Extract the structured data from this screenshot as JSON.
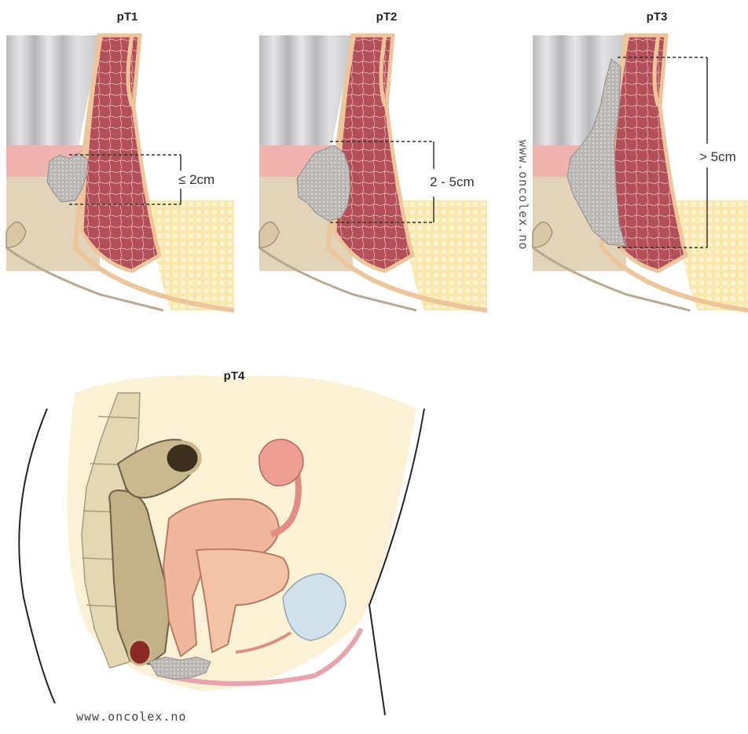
{
  "panels": {
    "pt1": {
      "title": "pT1",
      "measurement": "≤ 2cm"
    },
    "pt2": {
      "title": "pT2",
      "measurement": "2 - 5cm"
    },
    "pt3": {
      "title": "pT3",
      "measurement": "> 5cm"
    },
    "pt4": {
      "title": "pT4"
    }
  },
  "watermark": {
    "vertical": "www.oncolex.no",
    "bottom": "www.oncolex.no"
  },
  "colors": {
    "mucosa_gray": "#c9c9cb",
    "muscle": "#b8545c",
    "fat": "#f7e3a6",
    "skin": "#e9d6bd",
    "tumor": "#b5b3b2",
    "pink_band": "#efb1ad",
    "bone": "#e3d7b4",
    "uterus": "#f1b79c",
    "bladder": "#cfe0ea"
  }
}
